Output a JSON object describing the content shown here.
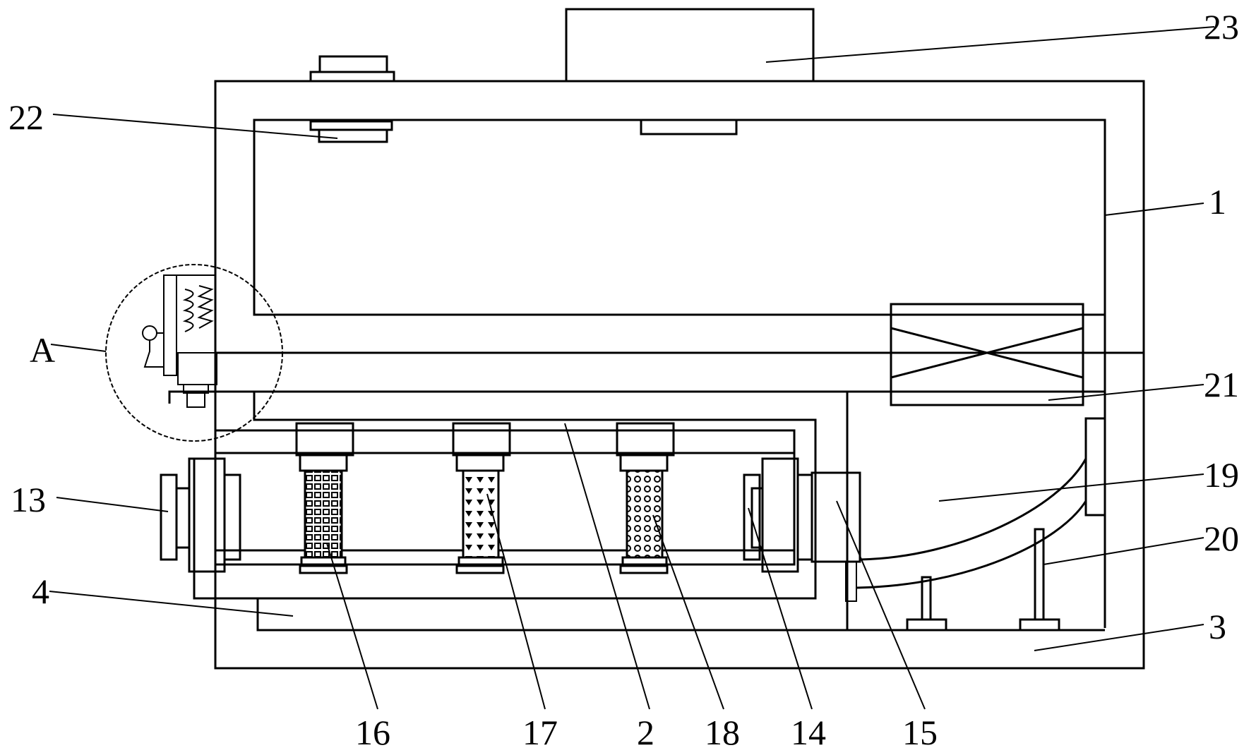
{
  "labels": {
    "l1": "1",
    "l2": "2",
    "l3": "3",
    "l4": "4",
    "l13": "13",
    "l14": "14",
    "l15": "15",
    "l16": "16",
    "l17": "17",
    "l18": "18",
    "l19": "19",
    "l20": "20",
    "l21": "21",
    "l22": "22",
    "l23": "23",
    "lA": "A"
  }
}
